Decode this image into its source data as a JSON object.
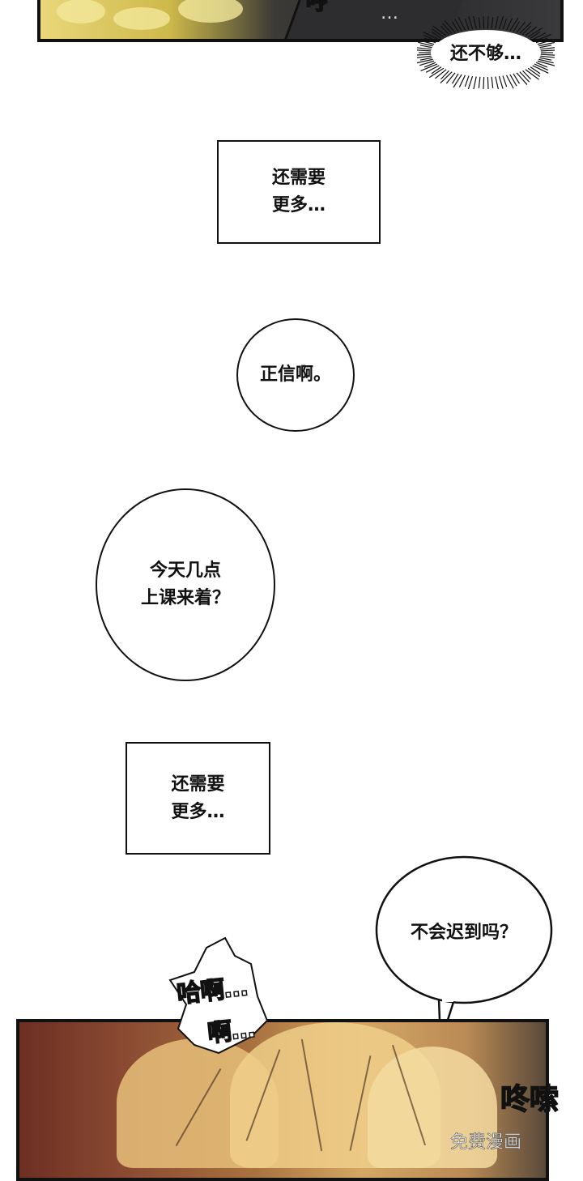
{
  "panels": {
    "top_sfx": "哼",
    "top_small_sfx": "…",
    "spiky_bubble": "还不够…",
    "narration_1": [
      "还需要",
      "更多…"
    ],
    "bubble_1": "正信啊。",
    "bubble_2": [
      "今天几点",
      "上课来着？"
    ],
    "narration_2": [
      "还需要",
      "更多…"
    ],
    "bubble_3": "不会迟到吗？",
    "sfx_line_1": "哈啊…",
    "sfx_line_2": "啊…"
  },
  "watermark": {
    "logo": "咚嗦",
    "text": "免费漫画"
  },
  "colors": {
    "ink": "#111111",
    "paper": "#ffffff",
    "bottom_panel_warm": "#a9733f",
    "top_panel_yellow": "#e9d77a"
  }
}
